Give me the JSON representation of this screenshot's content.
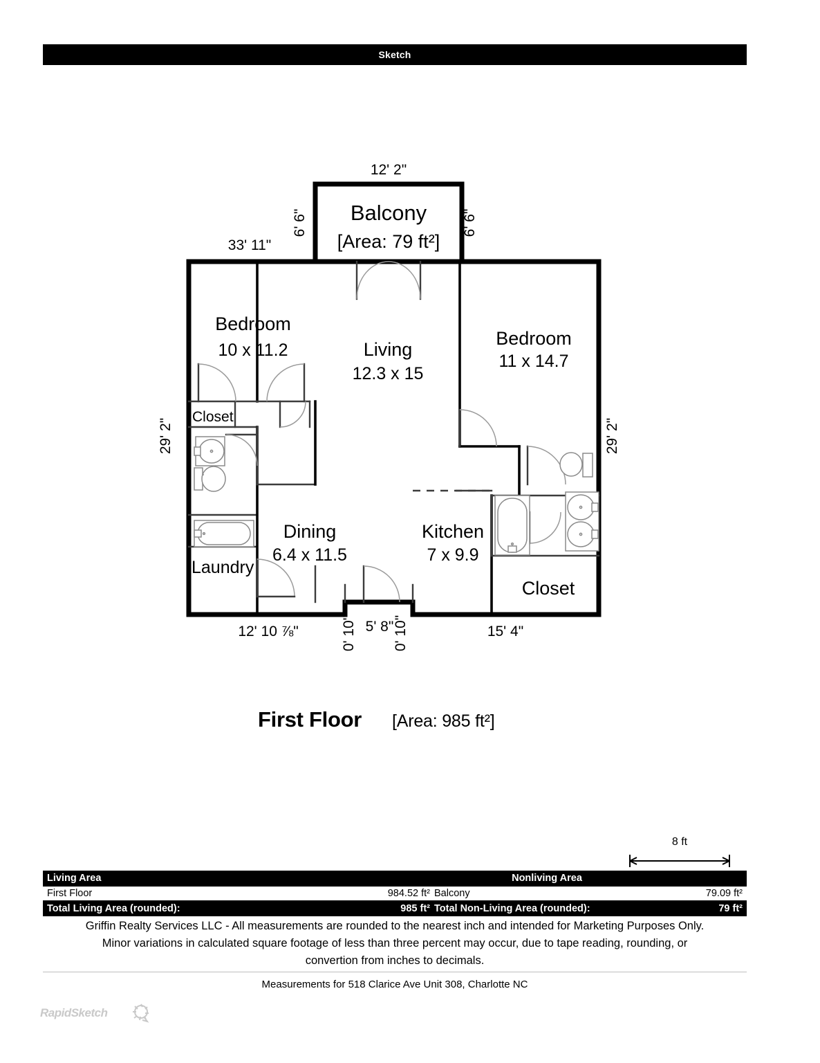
{
  "header": {
    "title": "Sketch"
  },
  "floor": {
    "name": "First Floor",
    "area_label": "[Area: 985 ft²]"
  },
  "scale": {
    "label": "8 ft"
  },
  "rooms": [
    {
      "key": "balcony",
      "name": "Balcony",
      "area_label": "[Area: 79 ft²]"
    },
    {
      "key": "bedroom1",
      "name": "Bedroom",
      "dims": "10 x 11.2"
    },
    {
      "key": "living",
      "name": "Living",
      "dims": "12.3 x 15"
    },
    {
      "key": "bedroom2",
      "name": "Bedroom",
      "dims": "11 x 14.7"
    },
    {
      "key": "closet1",
      "name": "Closet"
    },
    {
      "key": "dining",
      "name": "Dining",
      "dims": "6.4 x 11.5"
    },
    {
      "key": "kitchen",
      "name": "Kitchen",
      "dims": "7 x 9.9"
    },
    {
      "key": "laundry",
      "name": "Laundry"
    },
    {
      "key": "closet2",
      "name": "Closet"
    }
  ],
  "dimensions": {
    "balcony_top": "12' 2\"",
    "balcony_left": "6' 6\"",
    "balcony_right": "6' 6\"",
    "top_main": "33' 11\"",
    "left_main": "29' 2\"",
    "right_main": "29' 2\"",
    "bottom_left": "12' 10 ⅞\"",
    "bottom_jog_left": "0' 10\"",
    "bottom_mid": "5' 8\"",
    "bottom_jog_right": "0' 10\"",
    "bottom_right": "15' 4\""
  },
  "summary": {
    "header_living": "Living Area",
    "header_nonliving": "Nonliving Area",
    "row_living_label": "First Floor",
    "row_living_value": "984.52 ft²",
    "row_nonliving_label": "Balcony",
    "row_nonliving_value": "79.09 ft²",
    "total_living_label": "Total Living Area (rounded):",
    "total_living_value": "985 ft²",
    "total_nonliving_label": "Total Non-Living Area (rounded):",
    "total_nonliving_value": "79 ft²"
  },
  "disclaimer": {
    "line1": "Griffin Realty Services LLC - All measurements are rounded to the nearest inch and intended for Marketing Purposes Only.",
    "line2": "Minor variations in calculated square footage of less than three percent may occur, due to tape reading, rounding, or",
    "line3": "convertion from inches to decimals.",
    "measurements_for": "Measurements for 518 Clarice Ave Unit 308, Charlotte NC"
  },
  "watermark": {
    "text": "RapidSketch"
  },
  "colors": {
    "ink": "#000000",
    "paper": "#ffffff",
    "thin_line": "#555555",
    "watermark": "#c9c9c9"
  }
}
